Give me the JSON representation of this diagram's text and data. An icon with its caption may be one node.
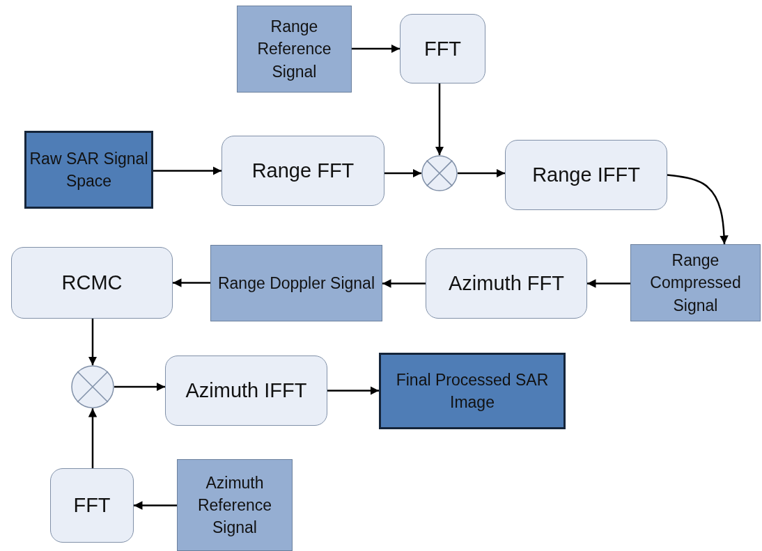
{
  "diagram": {
    "nodes": [
      {
        "text": [
          "Range Reference Signal"
        ]
      },
      {
        "text": [
          "FFT"
        ]
      },
      {
        "text": [
          "Raw SAR Signal Space"
        ]
      },
      {
        "text": [
          "Range FFT"
        ]
      },
      {
        "text": [],
        "shape": "circle"
      },
      {
        "text": [
          "Range IFFT"
        ]
      },
      {
        "text": [
          "Range Compressed Signal"
        ]
      },
      {
        "text": [
          "Azimuth FFT"
        ]
      },
      {
        "text": [
          "Range Doppler Signal"
        ]
      },
      {
        "text": [
          "RCMC"
        ]
      },
      {
        "text": [],
        "shape": "circle"
      },
      {
        "text": [
          "Azimuth IFFT"
        ]
      },
      {
        "text": [
          "Final Processed SAR Image"
        ]
      },
      {
        "text": [
          "FFT"
        ]
      },
      {
        "text": [
          "Azimuth Reference Signal"
        ]
      }
    ],
    "edges": [
      {
        "from": 0,
        "to": 1,
        "arrow": "to"
      },
      {
        "from": 1,
        "to": 4,
        "arrow": "to"
      },
      {
        "from": 2,
        "to": 3,
        "arrow": "to"
      },
      {
        "from": 3,
        "to": 4,
        "arrow": "to"
      },
      {
        "from": 4,
        "to": 5,
        "arrow": "to"
      },
      {
        "from": 5,
        "to": 6,
        "arrow": "to"
      },
      {
        "from": 6,
        "to": 7,
        "arrow": "to"
      },
      {
        "from": 7,
        "to": 8,
        "arrow": "to"
      },
      {
        "from": 8,
        "to": 9,
        "arrow": "to"
      },
      {
        "from": 9,
        "to": 10,
        "arrow": "to"
      },
      {
        "from": 10,
        "to": 11,
        "arrow": "to"
      },
      {
        "from": 11,
        "to": 12,
        "arrow": "to"
      },
      {
        "from": 14,
        "to": 13,
        "arrow": "to"
      },
      {
        "from": 13,
        "to": 10,
        "arrow": "to"
      }
    ]
  }
}
